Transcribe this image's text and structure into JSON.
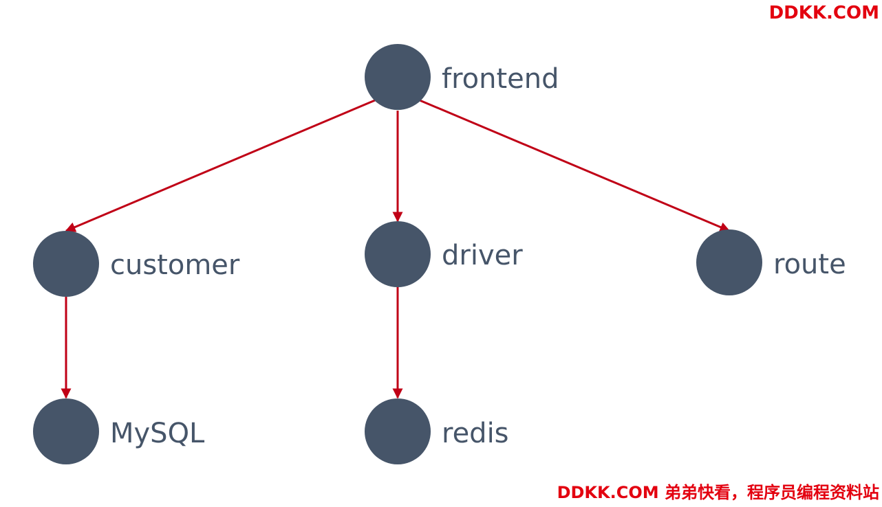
{
  "watermark_top": "DDKK.COM",
  "watermark_bottom": "DDKK.COM 弟弟快看，程序员编程资料站",
  "colors": {
    "node": "#465569",
    "edge": "#c00016",
    "watermark": "#e3000f"
  },
  "nodes": [
    {
      "id": "frontend",
      "label": "frontend"
    },
    {
      "id": "customer",
      "label": "customer"
    },
    {
      "id": "driver",
      "label": "driver"
    },
    {
      "id": "route",
      "label": "route"
    },
    {
      "id": "mysql",
      "label": "MySQL"
    },
    {
      "id": "redis",
      "label": "redis"
    }
  ],
  "edges": [
    {
      "from": "frontend",
      "to": "customer"
    },
    {
      "from": "frontend",
      "to": "driver"
    },
    {
      "from": "frontend",
      "to": "route"
    },
    {
      "from": "customer",
      "to": "mysql"
    },
    {
      "from": "driver",
      "to": "redis"
    }
  ]
}
